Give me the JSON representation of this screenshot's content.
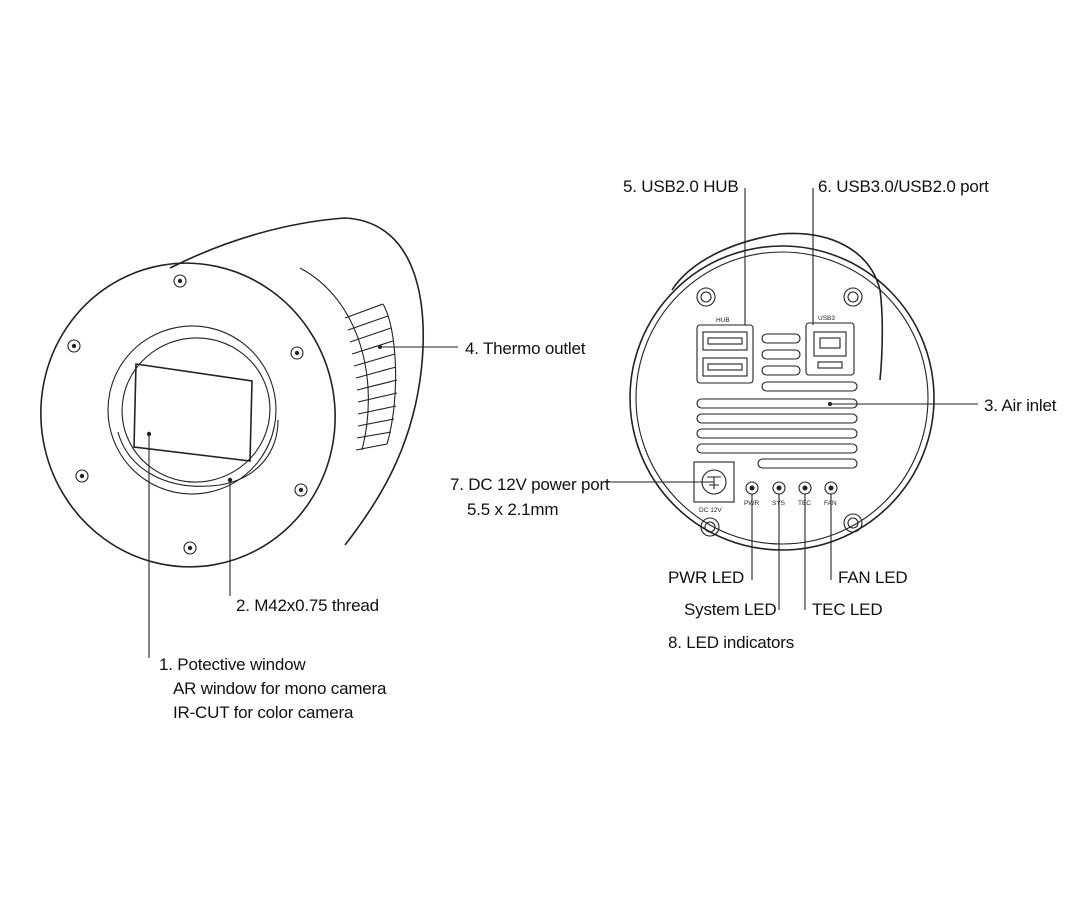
{
  "labels": {
    "protective_window": [
      "1. Potective window",
      "AR window for mono camera",
      "IR-CUT for color camera"
    ],
    "thread": "2. M42x0.75 thread",
    "air_inlet": "3. Air inlet",
    "thermo_outlet": "4. Thermo outlet",
    "usb_hub": "5. USB2.0 HUB",
    "usb3_port": "6. USB3.0/USB2.0 port",
    "dc_power": [
      "7. DC 12V power port",
      "5.5 x 2.1mm"
    ],
    "pwr_led": "PWR LED",
    "system_led": "System LED",
    "tec_led": "TEC LED",
    "fan_led": "FAN LED",
    "led_indicators": "8. LED indicators"
  },
  "panel_text": {
    "hub": "HUB",
    "usb3": "USB3",
    "dc12v": "DC 12V",
    "pwr": "PWR",
    "sys": "SYS",
    "tec": "TEC",
    "fan": "FAN"
  }
}
